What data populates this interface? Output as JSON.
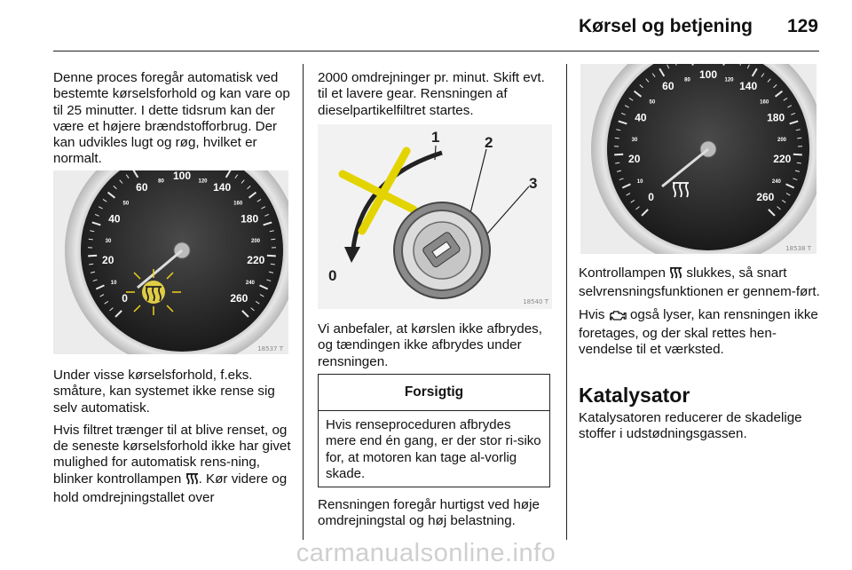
{
  "header": {
    "title": "Kørsel og betjening",
    "page_number": "129"
  },
  "col1": {
    "para1": "Denne proces foregår automatisk ved bestemte kørselsforhold og kan vare op til 25 minutter. I dette tidsrum kan der være et højere brændstofforbrug. Der kan udvikles lugt og røg, hvilket er normalt.",
    "figure_code": "18537 T",
    "para2": "Under visse kørselsforhold, f.eks. småture, kan systemet ikke rense sig selv automatisk.",
    "para3_before": "Hvis filtret trænger til at blive renset, og de seneste kørselsforhold ikke har givet mulighed for automatisk rens-ning, blinker kontrollampen ",
    "para3_after": ". Kør videre og hold omdrejningstallet over"
  },
  "col2": {
    "para1": "2000 omdrejninger pr. minut. Skift evt. til et lavere gear. Rensningen af dieselpartikelfiltret startes.",
    "figure_code": "18540 T",
    "figure_labels": [
      "1",
      "2",
      "3",
      "0"
    ],
    "para2": "Vi anbefaler, at kørslen ikke afbrydes, og tændingen ikke afbrydes under rensningen.",
    "caution_title": "Forsigtig",
    "caution_text": "Hvis renseproceduren afbrydes mere end én gang, er der stor ri-siko for, at motoren kan tage al-vorlig skade.",
    "para3": "Rensningen foregår hurtigst ved høje omdrejningstal og høj belastning."
  },
  "col3": {
    "figure_code": "18538 T",
    "para1_before": "Kontrollampen ",
    "para1_after": " slukkes, så snart selvrensningsfunktionen er gennem-ført.",
    "para2_before": "Hvis ",
    "para2_after": " også lyser, kan rensningen ikke foretages, og der skal rettes hen-vendelse til et værksted.",
    "section_title": "Katalysator",
    "section_text": "Katalysatoren reducerer de skadelige stoffer i udstødningsgassen."
  },
  "gauge": {
    "major_labels": [
      "0",
      "20",
      "40",
      "60",
      "100",
      "140",
      "180",
      "220",
      "260"
    ],
    "minor_labels": [
      "10",
      "30",
      "50",
      "80",
      "120",
      "160",
      "200",
      "240"
    ]
  },
  "watermark": "carmanualsonline.info",
  "icons": {
    "dpf": "diesel-particulate-filter-icon",
    "engine": "engine-warning-icon"
  }
}
